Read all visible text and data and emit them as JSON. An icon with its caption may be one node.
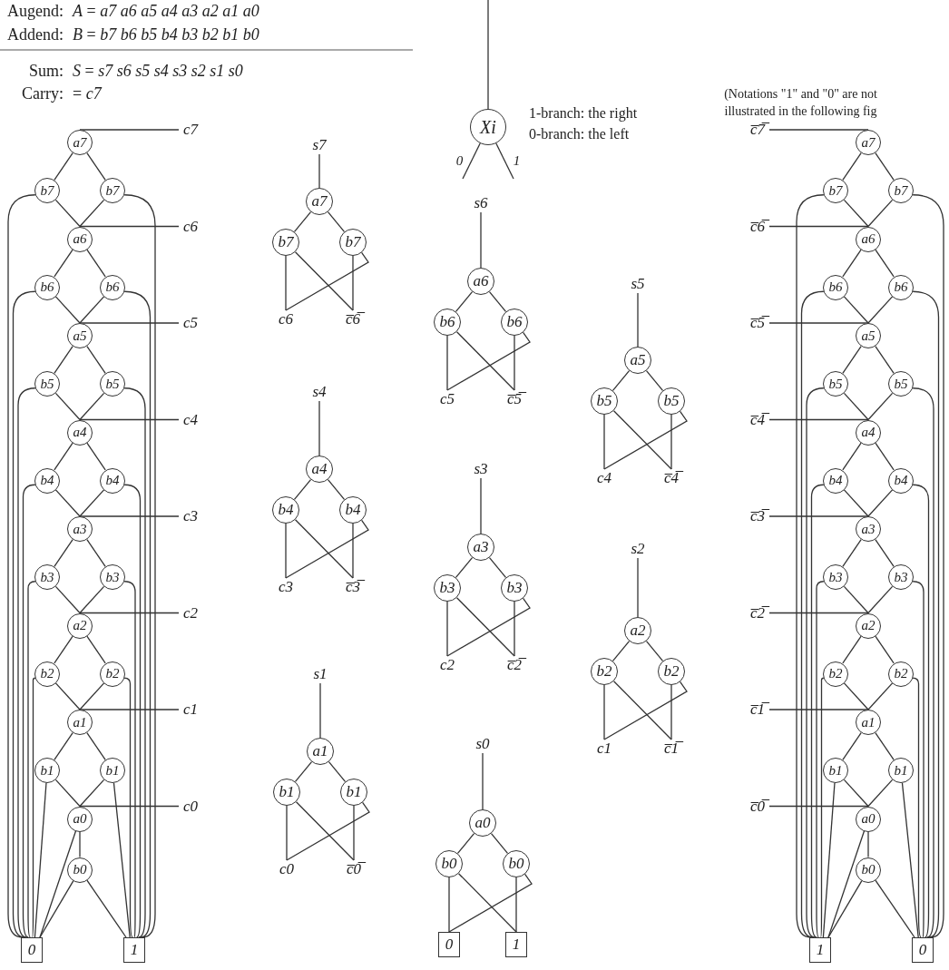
{
  "diagram": {
    "nodes": [
      {
        "text": [
          "Xi"
        ]
      },
      {
        "text": [
          "a7"
        ]
      },
      {
        "text": [
          "b7"
        ]
      },
      {
        "text": [
          "b7"
        ]
      },
      {
        "text": [
          "a6"
        ]
      },
      {
        "text": [
          "b6"
        ]
      },
      {
        "text": [
          "b6"
        ]
      },
      {
        "text": [
          "a5"
        ]
      },
      {
        "text": [
          "b5"
        ]
      },
      {
        "text": [
          "b5"
        ]
      },
      {
        "text": [
          "a4"
        ]
      },
      {
        "text": [
          "b4"
        ]
      },
      {
        "text": [
          "b4"
        ]
      },
      {
        "text": [
          "a3"
        ]
      },
      {
        "text": [
          "b3"
        ]
      },
      {
        "text": [
          "b3"
        ]
      },
      {
        "text": [
          "a2"
        ]
      },
      {
        "text": [
          "b2"
        ]
      },
      {
        "text": [
          "b2"
        ]
      },
      {
        "text": [
          "a1"
        ]
      },
      {
        "text": [
          "b1"
        ]
      },
      {
        "text": [
          "b1"
        ]
      },
      {
        "text": [
          "a0"
        ]
      },
      {
        "text": [
          "b0"
        ]
      },
      {
        "text": [
          "0"
        ]
      },
      {
        "text": [
          "1"
        ]
      },
      {
        "text": [
          "c7"
        ]
      },
      {
        "text": [
          "c6"
        ]
      },
      {
        "text": [
          "c5"
        ]
      },
      {
        "text": [
          "c4"
        ]
      },
      {
        "text": [
          "c3"
        ]
      },
      {
        "text": [
          "c2"
        ]
      },
      {
        "text": [
          "c1"
        ]
      },
      {
        "text": [
          "c0"
        ]
      },
      {
        "text": [
          "s7"
        ]
      },
      {
        "text": [
          "a7"
        ]
      },
      {
        "text": [
          "b7"
        ]
      },
      {
        "text": [
          "b7"
        ]
      },
      {
        "text": [
          "c6"
        ]
      },
      {
        "text": [
          "c̅6̅"
        ]
      },
      {
        "text": [
          "s6"
        ]
      },
      {
        "text": [
          "a6"
        ]
      },
      {
        "text": [
          "b6"
        ]
      },
      {
        "text": [
          "b6"
        ]
      },
      {
        "text": [
          "c5"
        ]
      },
      {
        "text": [
          "c̅5̅"
        ]
      },
      {
        "text": [
          "s5"
        ]
      },
      {
        "text": [
          "a5"
        ]
      },
      {
        "text": [
          "b5"
        ]
      },
      {
        "text": [
          "b5"
        ]
      },
      {
        "text": [
          "c4"
        ]
      },
      {
        "text": [
          "c̅4̅"
        ]
      },
      {
        "text": [
          "s4"
        ]
      },
      {
        "text": [
          "a4"
        ]
      },
      {
        "text": [
          "b4"
        ]
      },
      {
        "text": [
          "b4"
        ]
      },
      {
        "text": [
          "c3"
        ]
      },
      {
        "text": [
          "c̅3̅"
        ]
      },
      {
        "text": [
          "s3"
        ]
      },
      {
        "text": [
          "a3"
        ]
      },
      {
        "text": [
          "b3"
        ]
      },
      {
        "text": [
          "b3"
        ]
      },
      {
        "text": [
          "c2"
        ]
      },
      {
        "text": [
          "c̅2̅"
        ]
      },
      {
        "text": [
          "s2"
        ]
      },
      {
        "text": [
          "a2"
        ]
      },
      {
        "text": [
          "b2"
        ]
      },
      {
        "text": [
          "b2"
        ]
      },
      {
        "text": [
          "c1"
        ]
      },
      {
        "text": [
          "c̅1̅"
        ]
      },
      {
        "text": [
          "s1"
        ]
      },
      {
        "text": [
          "a1"
        ]
      },
      {
        "text": [
          "b1"
        ]
      },
      {
        "text": [
          "b1"
        ]
      },
      {
        "text": [
          "c0"
        ]
      },
      {
        "text": [
          "c̅0̅"
        ]
      },
      {
        "text": [
          "s0"
        ]
      },
      {
        "text": [
          "a0"
        ]
      },
      {
        "text": [
          "b0"
        ]
      },
      {
        "text": [
          "b0"
        ]
      },
      {
        "text": [
          "0"
        ]
      },
      {
        "text": [
          "1"
        ]
      },
      {
        "text": [
          "a7"
        ]
      },
      {
        "text": [
          "b7"
        ]
      },
      {
        "text": [
          "b7"
        ]
      },
      {
        "text": [
          "a6"
        ]
      },
      {
        "text": [
          "b6"
        ]
      },
      {
        "text": [
          "b6"
        ]
      },
      {
        "text": [
          "a5"
        ]
      },
      {
        "text": [
          "b5"
        ]
      },
      {
        "text": [
          "b5"
        ]
      },
      {
        "text": [
          "a4"
        ]
      },
      {
        "text": [
          "b4"
        ]
      },
      {
        "text": [
          "b4"
        ]
      },
      {
        "text": [
          "a3"
        ]
      },
      {
        "text": [
          "b3"
        ]
      },
      {
        "text": [
          "b3"
        ]
      },
      {
        "text": [
          "a2"
        ]
      },
      {
        "text": [
          "b2"
        ]
      },
      {
        "text": [
          "b2"
        ]
      },
      {
        "text": [
          "a1"
        ]
      },
      {
        "text": [
          "b1"
        ]
      },
      {
        "text": [
          "b1"
        ]
      },
      {
        "text": [
          "a0"
        ]
      },
      {
        "text": [
          "b0"
        ]
      },
      {
        "text": [
          "1"
        ]
      },
      {
        "text": [
          "0"
        ]
      },
      {
        "text": [
          "c̅7̅"
        ]
      },
      {
        "text": [
          "c̅6̅"
        ]
      },
      {
        "text": [
          "c̅5̅"
        ]
      },
      {
        "text": [
          "c̅4̅"
        ]
      },
      {
        "text": [
          "c̅3̅"
        ]
      },
      {
        "text": [
          "c̅2̅"
        ]
      },
      {
        "text": [
          "c̅1̅"
        ]
      },
      {
        "text": [
          "c̅0̅"
        ]
      }
    ],
    "edges": [
      {
        "from": null,
        "to": 0,
        "arrow": "none"
      },
      {
        "from": 0,
        "to": null,
        "arrow": "none",
        "label": "0"
      },
      {
        "from": 0,
        "to": null,
        "arrow": "none",
        "label": "1"
      },
      {
        "from": 1,
        "to": 2,
        "arrow": "none"
      },
      {
        "from": 1,
        "to": 3,
        "arrow": "none"
      },
      {
        "from": 2,
        "to": 24,
        "arrow": "none"
      },
      {
        "from": 2,
        "to": 4,
        "arrow": "none"
      },
      {
        "from": 3,
        "to": 4,
        "arrow": "none"
      },
      {
        "from": 3,
        "to": 25,
        "arrow": "none"
      },
      {
        "from": 4,
        "to": 5,
        "arrow": "none"
      },
      {
        "from": 4,
        "to": 6,
        "arrow": "none"
      },
      {
        "from": 5,
        "to": 24,
        "arrow": "none"
      },
      {
        "from": 5,
        "to": 7,
        "arrow": "none"
      },
      {
        "from": 6,
        "to": 7,
        "arrow": "none"
      },
      {
        "from": 6,
        "to": 25,
        "arrow": "none"
      },
      {
        "from": 7,
        "to": 8,
        "arrow": "none"
      },
      {
        "from": 7,
        "to": 9,
        "arrow": "none"
      },
      {
        "from": 8,
        "to": 24,
        "arrow": "none"
      },
      {
        "from": 8,
        "to": 10,
        "arrow": "none"
      },
      {
        "from": 9,
        "to": 10,
        "arrow": "none"
      },
      {
        "from": 9,
        "to": 25,
        "arrow": "none"
      },
      {
        "from": 10,
        "to": 11,
        "arrow": "none"
      },
      {
        "from": 10,
        "to": 12,
        "arrow": "none"
      },
      {
        "from": 11,
        "to": 24,
        "arrow": "none"
      },
      {
        "from": 11,
        "to": 13,
        "arrow": "none"
      },
      {
        "from": 12,
        "to": 13,
        "arrow": "none"
      },
      {
        "from": 12,
        "to": 25,
        "arrow": "none"
      },
      {
        "from": 13,
        "to": 14,
        "arrow": "none"
      },
      {
        "from": 13,
        "to": 15,
        "arrow": "none"
      },
      {
        "from": 14,
        "to": 24,
        "arrow": "none"
      },
      {
        "from": 14,
        "to": 16,
        "arrow": "none"
      },
      {
        "from": 15,
        "to": 16,
        "arrow": "none"
      },
      {
        "from": 15,
        "to": 25,
        "arrow": "none"
      },
      {
        "from": 16,
        "to": 17,
        "arrow": "none"
      },
      {
        "from": 16,
        "to": 18,
        "arrow": "none"
      },
      {
        "from": 17,
        "to": 24,
        "arrow": "none"
      },
      {
        "from": 17,
        "to": 19,
        "arrow": "none"
      },
      {
        "from": 18,
        "to": 19,
        "arrow": "none"
      },
      {
        "from": 18,
        "to": 25,
        "arrow": "none"
      },
      {
        "from": 19,
        "to": 20,
        "arrow": "none"
      },
      {
        "from": 19,
        "to": 21,
        "arrow": "none"
      },
      {
        "from": 20,
        "to": 24,
        "arrow": "none"
      },
      {
        "from": 20,
        "to": 22,
        "arrow": "none"
      },
      {
        "from": 21,
        "to": 22,
        "arrow": "none"
      },
      {
        "from": 21,
        "to": 25,
        "arrow": "none"
      },
      {
        "from": 22,
        "to": 24,
        "arrow": "none"
      },
      {
        "from": 22,
        "to": 23,
        "arrow": "none"
      },
      {
        "from": 23,
        "to": 24,
        "arrow": "none"
      },
      {
        "from": 23,
        "to": 25,
        "arrow": "none"
      },
      {
        "from": 26,
        "to": 1,
        "arrow": "none"
      },
      {
        "from": 27,
        "to": 4,
        "arrow": "none"
      },
      {
        "from": 28,
        "to": 7,
        "arrow": "none"
      },
      {
        "from": 29,
        "to": 10,
        "arrow": "none"
      },
      {
        "from": 30,
        "to": 13,
        "arrow": "none"
      },
      {
        "from": 31,
        "to": 16,
        "arrow": "none"
      },
      {
        "from": 32,
        "to": 19,
        "arrow": "none"
      },
      {
        "from": 33,
        "to": 22,
        "arrow": "none"
      },
      {
        "from": 34,
        "to": 35,
        "arrow": "none"
      },
      {
        "from": 35,
        "to": 36,
        "arrow": "none"
      },
      {
        "from": 35,
        "to": 37,
        "arrow": "none"
      },
      {
        "from": 36,
        "to": 38,
        "arrow": "none"
      },
      {
        "from": 36,
        "to": 39,
        "arrow": "none"
      },
      {
        "from": 37,
        "to": 39,
        "arrow": "none"
      },
      {
        "from": 37,
        "to": 38,
        "arrow": "none"
      },
      {
        "from": 40,
        "to": 41,
        "arrow": "none"
      },
      {
        "from": 41,
        "to": 42,
        "arrow": "none"
      },
      {
        "from": 41,
        "to": 43,
        "arrow": "none"
      },
      {
        "from": 42,
        "to": 44,
        "arrow": "none"
      },
      {
        "from": 42,
        "to": 45,
        "arrow": "none"
      },
      {
        "from": 43,
        "to": 45,
        "arrow": "none"
      },
      {
        "from": 43,
        "to": 44,
        "arrow": "none"
      },
      {
        "from": 46,
        "to": 47,
        "arrow": "none"
      },
      {
        "from": 47,
        "to": 48,
        "arrow": "none"
      },
      {
        "from": 47,
        "to": 49,
        "arrow": "none"
      },
      {
        "from": 48,
        "to": 50,
        "arrow": "none"
      },
      {
        "from": 48,
        "to": 51,
        "arrow": "none"
      },
      {
        "from": 49,
        "to": 51,
        "arrow": "none"
      },
      {
        "from": 49,
        "to": 50,
        "arrow": "none"
      },
      {
        "from": 52,
        "to": 53,
        "arrow": "none"
      },
      {
        "from": 53,
        "to": 54,
        "arrow": "none"
      },
      {
        "from": 53,
        "to": 55,
        "arrow": "none"
      },
      {
        "from": 54,
        "to": 56,
        "arrow": "none"
      },
      {
        "from": 54,
        "to": 57,
        "arrow": "none"
      },
      {
        "from": 55,
        "to": 57,
        "arrow": "none"
      },
      {
        "from": 55,
        "to": 56,
        "arrow": "none"
      },
      {
        "from": 58,
        "to": 59,
        "arrow": "none"
      },
      {
        "from": 59,
        "to": 60,
        "arrow": "none"
      },
      {
        "from": 59,
        "to": 61,
        "arrow": "none"
      },
      {
        "from": 60,
        "to": 62,
        "arrow": "none"
      },
      {
        "from": 60,
        "to": 63,
        "arrow": "none"
      },
      {
        "from": 61,
        "to": 63,
        "arrow": "none"
      },
      {
        "from": 61,
        "to": 62,
        "arrow": "none"
      },
      {
        "from": 64,
        "to": 65,
        "arrow": "none"
      },
      {
        "from": 65,
        "to": 66,
        "arrow": "none"
      },
      {
        "from": 65,
        "to": 67,
        "arrow": "none"
      },
      {
        "from": 66,
        "to": 68,
        "arrow": "none"
      },
      {
        "from": 66,
        "to": 69,
        "arrow": "none"
      },
      {
        "from": 67,
        "to": 69,
        "arrow": "none"
      },
      {
        "from": 67,
        "to": 68,
        "arrow": "none"
      },
      {
        "from": 70,
        "to": 71,
        "arrow": "none"
      },
      {
        "from": 71,
        "to": 72,
        "arrow": "none"
      },
      {
        "from": 71,
        "to": 73,
        "arrow": "none"
      },
      {
        "from": 72,
        "to": 74,
        "arrow": "none"
      },
      {
        "from": 72,
        "to": 75,
        "arrow": "none"
      },
      {
        "from": 73,
        "to": 75,
        "arrow": "none"
      },
      {
        "from": 73,
        "to": 74,
        "arrow": "none"
      },
      {
        "from": 76,
        "to": 77,
        "arrow": "none"
      },
      {
        "from": 77,
        "to": 78,
        "arrow": "none"
      },
      {
        "from": 77,
        "to": 79,
        "arrow": "none"
      },
      {
        "from": 78,
        "to": 80,
        "arrow": "none"
      },
      {
        "from": 78,
        "to": 81,
        "arrow": "none"
      },
      {
        "from": 79,
        "to": 81,
        "arrow": "none"
      },
      {
        "from": 79,
        "to": 80,
        "arrow": "none"
      },
      {
        "from": 82,
        "to": 83,
        "arrow": "none"
      },
      {
        "from": 82,
        "to": 84,
        "arrow": "none"
      },
      {
        "from": 83,
        "to": 105,
        "arrow": "none"
      },
      {
        "from": 83,
        "to": 85,
        "arrow": "none"
      },
      {
        "from": 84,
        "to": 85,
        "arrow": "none"
      },
      {
        "from": 84,
        "to": 106,
        "arrow": "none"
      },
      {
        "from": 85,
        "to": 86,
        "arrow": "none"
      },
      {
        "from": 85,
        "to": 87,
        "arrow": "none"
      },
      {
        "from": 86,
        "to": 105,
        "arrow": "none"
      },
      {
        "from": 86,
        "to": 88,
        "arrow": "none"
      },
      {
        "from": 87,
        "to": 88,
        "arrow": "none"
      },
      {
        "from": 87,
        "to": 106,
        "arrow": "none"
      },
      {
        "from": 88,
        "to": 89,
        "arrow": "none"
      },
      {
        "from": 88,
        "to": 90,
        "arrow": "none"
      },
      {
        "from": 89,
        "to": 105,
        "arrow": "none"
      },
      {
        "from": 89,
        "to": 91,
        "arrow": "none"
      },
      {
        "from": 90,
        "to": 91,
        "arrow": "none"
      },
      {
        "from": 90,
        "to": 106,
        "arrow": "none"
      },
      {
        "from": 91,
        "to": 92,
        "arrow": "none"
      },
      {
        "from": 91,
        "to": 93,
        "arrow": "none"
      },
      {
        "from": 92,
        "to": 105,
        "arrow": "none"
      },
      {
        "from": 92,
        "to": 94,
        "arrow": "none"
      },
      {
        "from": 93,
        "to": 94,
        "arrow": "none"
      },
      {
        "from": 93,
        "to": 106,
        "arrow": "none"
      },
      {
        "from": 94,
        "to": 95,
        "arrow": "none"
      },
      {
        "from": 94,
        "to": 96,
        "arrow": "none"
      },
      {
        "from": 95,
        "to": 105,
        "arrow": "none"
      },
      {
        "from": 95,
        "to": 97,
        "arrow": "none"
      },
      {
        "from": 96,
        "to": 97,
        "arrow": "none"
      },
      {
        "from": 96,
        "to": 106,
        "arrow": "none"
      },
      {
        "from": 97,
        "to": 98,
        "arrow": "none"
      },
      {
        "from": 97,
        "to": 99,
        "arrow": "none"
      },
      {
        "from": 98,
        "to": 105,
        "arrow": "none"
      },
      {
        "from": 98,
        "to": 100,
        "arrow": "none"
      },
      {
        "from": 99,
        "to": 100,
        "arrow": "none"
      },
      {
        "from": 99,
        "to": 106,
        "arrow": "none"
      },
      {
        "from": 100,
        "to": 101,
        "arrow": "none"
      },
      {
        "from": 100,
        "to": 102,
        "arrow": "none"
      },
      {
        "from": 101,
        "to": 105,
        "arrow": "none"
      },
      {
        "from": 101,
        "to": 103,
        "arrow": "none"
      },
      {
        "from": 102,
        "to": 103,
        "arrow": "none"
      },
      {
        "from": 102,
        "to": 106,
        "arrow": "none"
      },
      {
        "from": 103,
        "to": 105,
        "arrow": "none"
      },
      {
        "from": 103,
        "to": 104,
        "arrow": "none"
      },
      {
        "from": 104,
        "to": 105,
        "arrow": "none"
      },
      {
        "from": 104,
        "to": 106,
        "arrow": "none"
      },
      {
        "from": 107,
        "to": 82,
        "arrow": "none"
      },
      {
        "from": 108,
        "to": 85,
        "arrow": "none"
      },
      {
        "from": 109,
        "to": 88,
        "arrow": "none"
      },
      {
        "from": 110,
        "to": 91,
        "arrow": "none"
      },
      {
        "from": 111,
        "to": 94,
        "arrow": "none"
      },
      {
        "from": 112,
        "to": 97,
        "arrow": "none"
      },
      {
        "from": 113,
        "to": 100,
        "arrow": "none"
      },
      {
        "from": 114,
        "to": 103,
        "arrow": "none"
      }
    ],
    "labels": [
      "Augend:",
      "*A* = *a7 a6 a5 a4 a3 a2 a1 a0*",
      "Addend:",
      "*B* = *b7 b6 b5 b4 b3 b2 b1 b0*",
      "Sum:",
      "*S* = *s7 s6 s5 s4 s3 s2 s1 s0*",
      "Carry:",
      "= *c7*",
      "1-branch: the right",
      "(Notations \"1\" and \"0\" are not illustrated in the following fig",
      "0-branch: the left"
    ]
  }
}
